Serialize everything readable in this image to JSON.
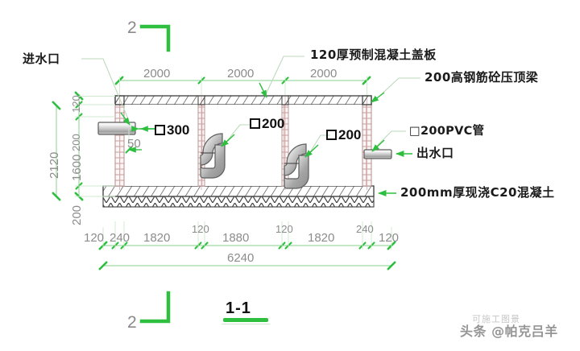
{
  "drawing": {
    "title": "1-1",
    "section_markers": [
      {
        "id": "top",
        "label": "2"
      },
      {
        "id": "bottom",
        "label": "2"
      }
    ],
    "annotations": [
      {
        "name": "inlet",
        "text": "进水口"
      },
      {
        "name": "cover-slab",
        "text": "120厚预制混凝土盖板"
      },
      {
        "name": "capping-beam",
        "text": "200高钢筋砼压顶梁"
      },
      {
        "name": "pvc-pipe",
        "text": "□200PVC管"
      },
      {
        "name": "outlet",
        "text": "出水口"
      },
      {
        "name": "base-slab",
        "text": "200mm厚现浇C20混凝土"
      }
    ],
    "interior_tags": [
      {
        "name": "opening-300",
        "box": "□",
        "text": "300"
      },
      {
        "name": "opening-200-a",
        "box": "□",
        "text": "200"
      },
      {
        "name": "opening-200-b",
        "box": "□",
        "text": "200"
      }
    ],
    "top_dimensions": [
      "2000",
      "2000",
      "2000"
    ],
    "bottom_dimensions": [
      "120",
      "240",
      "1820",
      "120",
      "1880",
      "120",
      "1820",
      "240",
      "120"
    ],
    "overall_length": "6240",
    "left_dimensions_outer": [
      "2120"
    ],
    "left_dimensions_inner": [
      "120",
      "200",
      "1600",
      "200"
    ],
    "misc_dimensions": [
      "50"
    ],
    "colors": {
      "dimension_green": "#2ebf3f",
      "dimension_text": "#8c8c8c",
      "leader_line": "#bcd9bc",
      "wall_line": "#b48d8d",
      "hatch": "#4a4a4a",
      "ink": "#1a1a1a"
    }
  },
  "watermark": {
    "top_text": "可施工图景",
    "main_text": "头条 @帕克吕羊"
  }
}
